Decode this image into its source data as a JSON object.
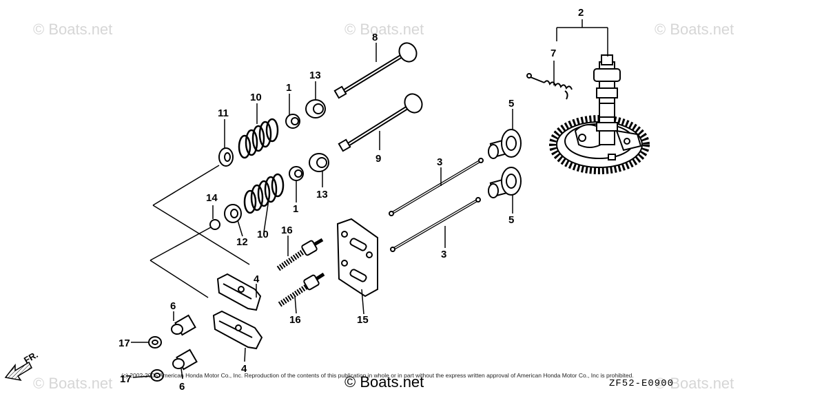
{
  "watermark": "© Boats.net",
  "brand_text": "© Boats.net",
  "copyright": "(c) 2002-2005 American Honda Motor Co., Inc. Reproduction of the contents of this publication in whole or in part without the express written approval of American Honda Motor Co., Inc is prohibited.",
  "diagram_code": "ZF52-E0900",
  "front_label": "FR.",
  "callouts": {
    "c2": "2",
    "c7": "7",
    "c8": "8",
    "c9": "9",
    "c11": "11",
    "c10a": "10",
    "c1a": "1",
    "c13a": "13",
    "c14": "14",
    "c12": "12",
    "c10b": "10",
    "c1b": "1",
    "c13b": "13",
    "c5a": "5",
    "c5b": "5",
    "c3a": "3",
    "c3b": "3",
    "c16a": "16",
    "c16b": "16",
    "c15": "15",
    "c4a": "4",
    "c4b": "4",
    "c6a": "6",
    "c6b": "6",
    "c17a": "17",
    "c17b": "17"
  }
}
